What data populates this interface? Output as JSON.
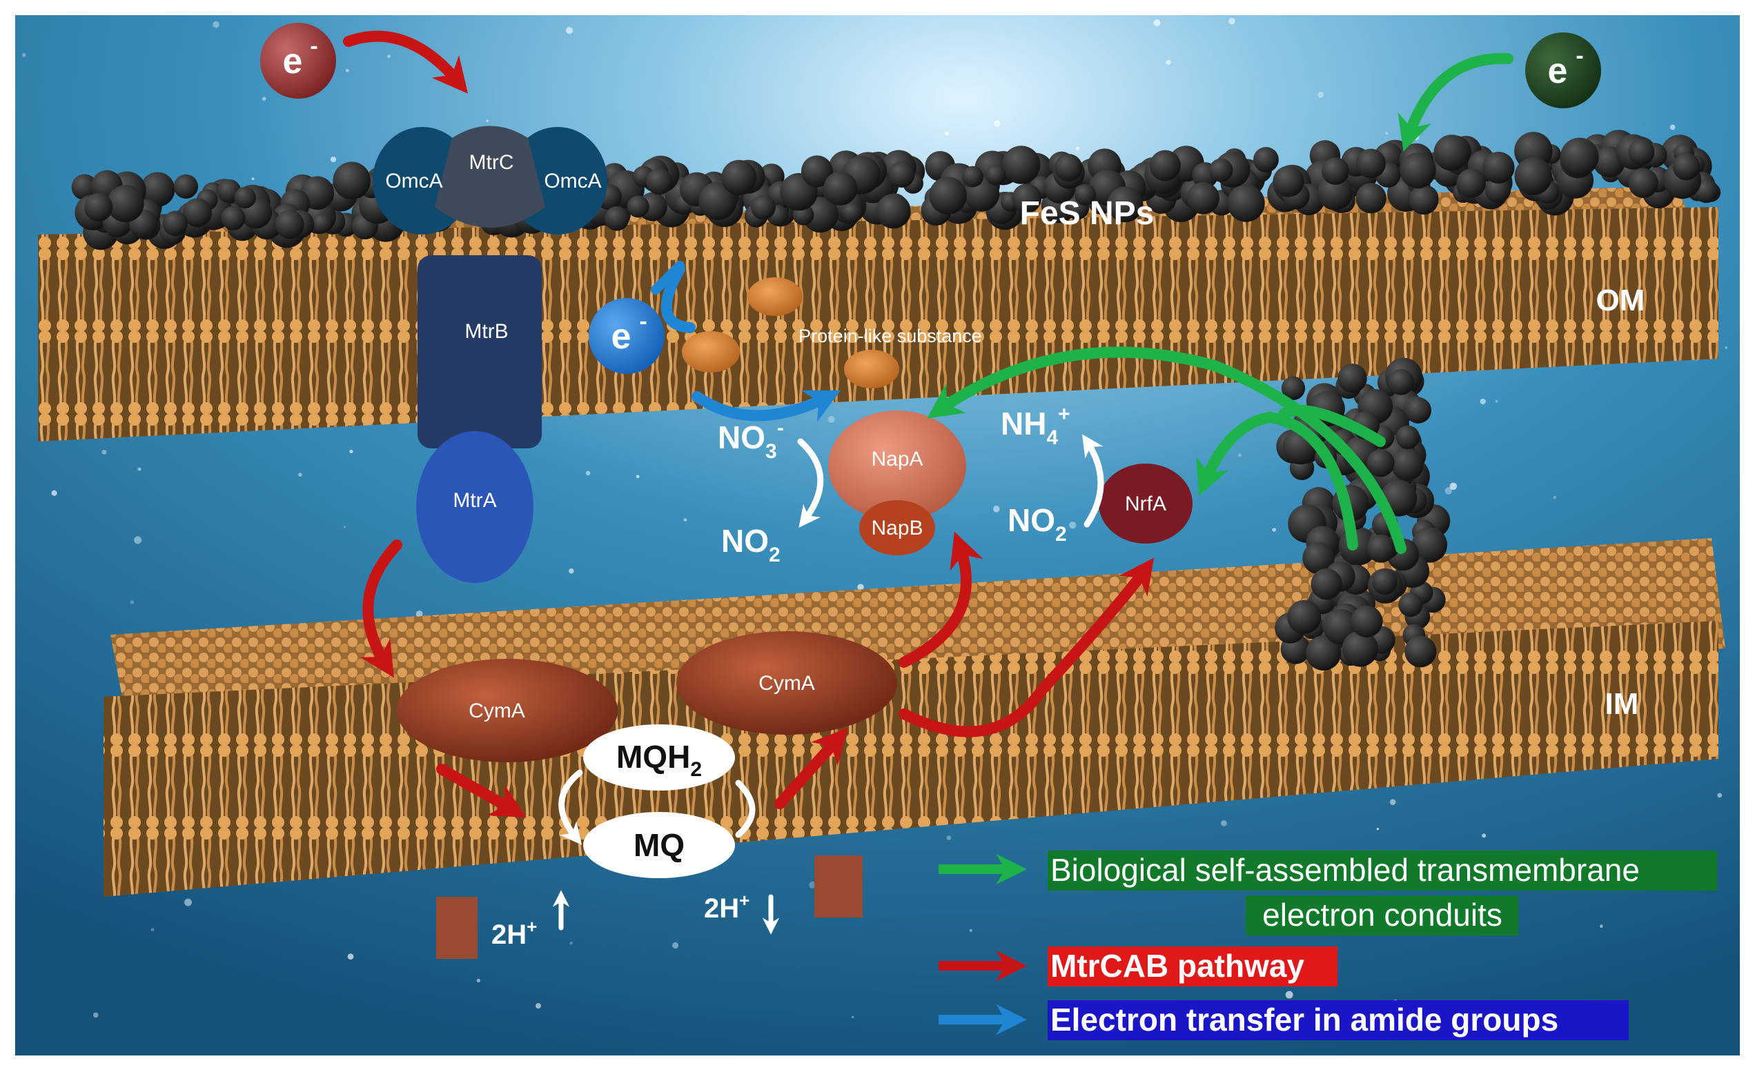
{
  "electrons": {
    "symbol": "e",
    "charge": "-"
  },
  "proteins": {
    "omca_left": "OmcA",
    "mtrc": "MtrC",
    "omca_right": "OmcA",
    "mtrb": "MtrB",
    "mtra": "MtrA",
    "napa": "NapA",
    "napb": "NapB",
    "nrfa": "NrfA",
    "cyma_left": "CymA",
    "cyma_right": "CymA"
  },
  "labels": {
    "fes": "FeS NPs",
    "om": "OM",
    "im": "IM",
    "protein_like": "Protein-like substance"
  },
  "chemistry": {
    "no3": {
      "base": "NO",
      "sub": "3",
      "sup": "-"
    },
    "no2_left": {
      "base": "NO",
      "sub": "2"
    },
    "no2_right": {
      "base": "NO",
      "sub": "2"
    },
    "nh4": {
      "base": "NH",
      "sub": "4",
      "sup": "+"
    },
    "mqh2": {
      "base": "MQH",
      "sub": "2"
    },
    "mq": "MQ",
    "proton_left": {
      "base": "2H",
      "sup": "+"
    },
    "proton_right": {
      "base": "2H",
      "sup": "+"
    }
  },
  "legend": [
    {
      "lines": [
        "Biological self-assembled transmembrane",
        "electron conduits"
      ],
      "arrow_color": "#1db24a",
      "box_color": "#117a2a"
    },
    {
      "lines": [
        "MtrCAB pathway"
      ],
      "arrow_color": "#c81414",
      "box_color": "#e01818"
    },
    {
      "lines": [
        "Electron transfer in amide groups"
      ],
      "arrow_color": "#1f86d6",
      "box_color": "#1a16c8"
    }
  ],
  "colors": {
    "water": "#2c7ba6",
    "lipid_head": "#d99a4e",
    "nanoparticle": "#2b2b2b",
    "green_path": "#1db24a",
    "red_path": "#c81414",
    "blue_path": "#1f86d6"
  }
}
